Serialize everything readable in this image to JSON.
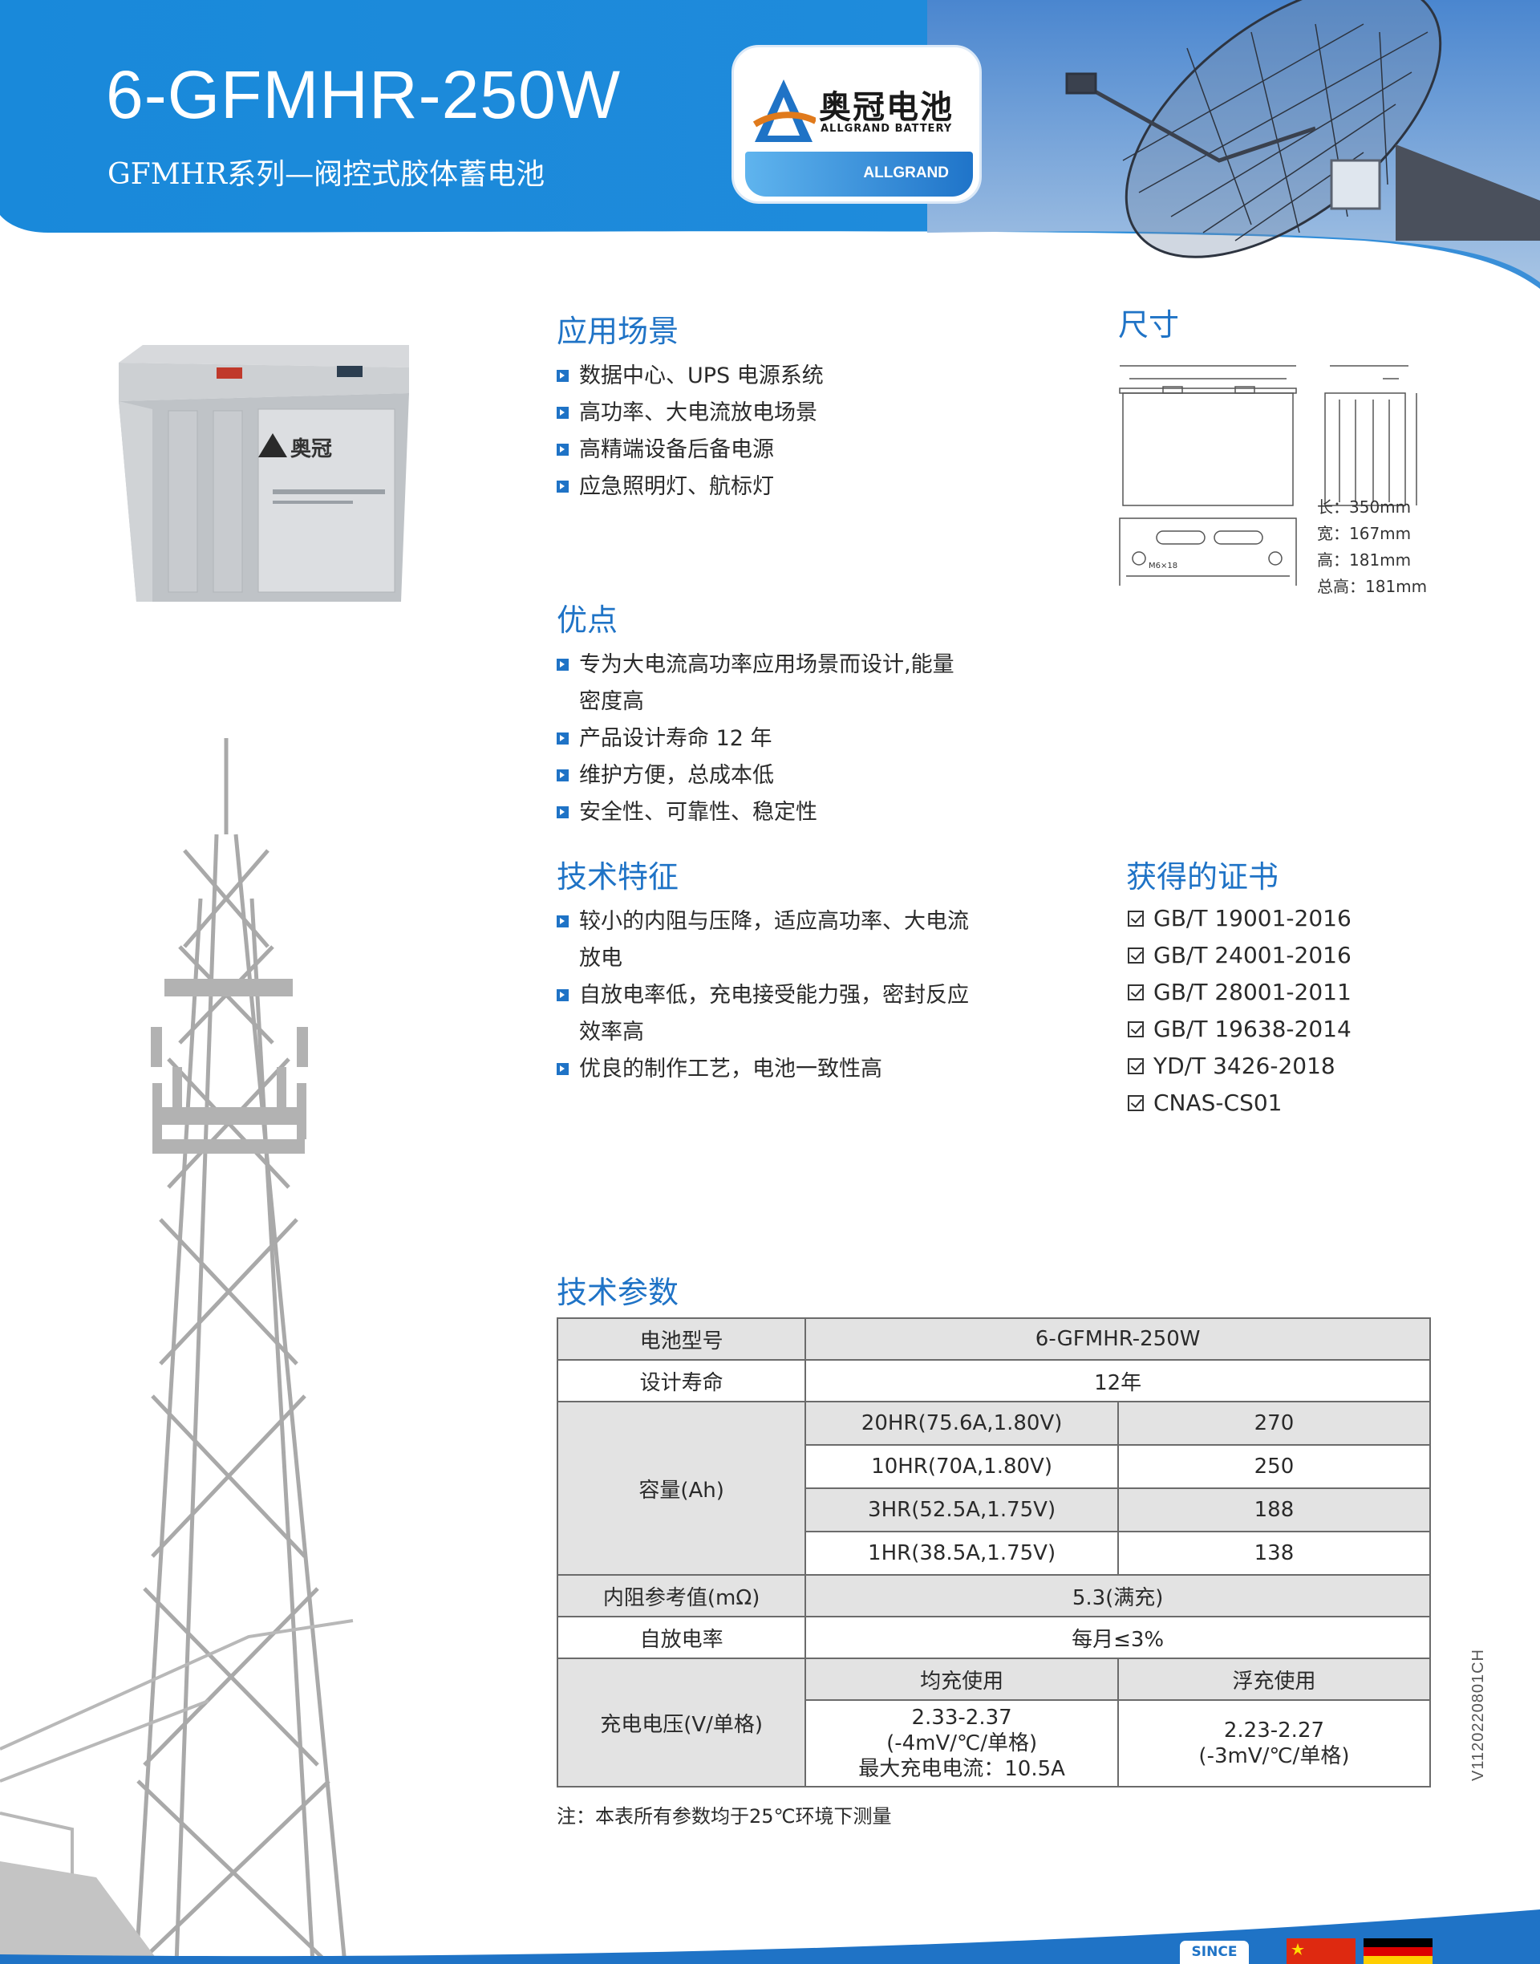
{
  "header": {
    "title": "6-GFMHR-250W",
    "subtitle": "GFMHR系列—阀控式胶体蓄电池"
  },
  "logo": {
    "brand_cn": "奥冠电池",
    "brand_en": "ALLGRAND BATTERY",
    "band_text": "ALLGRAND",
    "battery_label_cn": "奥冠"
  },
  "applications": {
    "title": "应用场景",
    "items": [
      "数据中心、UPS 电源系统",
      "高功率、大电流放电场景",
      "高精端设备后备电源",
      "应急照明灯、航标灯"
    ]
  },
  "dimensions": {
    "title": "尺寸",
    "specs": [
      "长：350mm",
      "宽：167mm",
      "高：181mm",
      "总高：181mm"
    ],
    "terminal_label": "M6×18"
  },
  "advantages": {
    "title": "优点",
    "items": [
      "专为大电流高功率应用场景而设计,能量密度高",
      "产品设计寿命 12 年",
      "维护方便，总成本低",
      "安全性、可靠性、稳定性"
    ]
  },
  "features": {
    "title": "技术特征",
    "items": [
      "较小的内阻与压降，适应高功率、大电流放电",
      "自放电率低，充电接受能力强，密封反应效率高",
      "优良的制作工艺，电池一致性高"
    ]
  },
  "certificates": {
    "title": "获得的证书",
    "items": [
      "GB/T 19001-2016",
      "GB/T 24001-2016",
      "GB/T 28001-2011",
      "GB/T 19638-2014",
      "YD/T 3426-2018",
      "CNAS-CS01"
    ]
  },
  "params": {
    "title": "技术参数",
    "model_label": "电池型号",
    "model_value": "6-GFMHR-250W",
    "life_label": "设计寿命",
    "life_value": "12年",
    "capacity_label": "容量(Ah)",
    "capacity_rows": [
      {
        "condition": "20HR(75.6A,1.80V)",
        "value": "270"
      },
      {
        "condition": "10HR(70A,1.80V)",
        "value": "250"
      },
      {
        "condition": "3HR(52.5A,1.75V)",
        "value": "188"
      },
      {
        "condition": "1HR(38.5A,1.75V)",
        "value": "138"
      }
    ],
    "resistance_label": "内阻参考值(mΩ)",
    "resistance_value": "5.3(满充)",
    "self_discharge_label": "自放电率",
    "self_discharge_value": "每月≤3%",
    "charge_label": "充电电压(V/单格)",
    "equalize_label": "均充使用",
    "float_label": "浮充使用",
    "equalize_lines": [
      "2.33-2.37",
      "(-4mV/℃/单格)",
      "最大充电电流：10.5A"
    ],
    "float_lines": [
      "2.23-2.27",
      "(-3mV/℃/单格)"
    ]
  },
  "note": "注：本表所有参数均于25℃环境下测量",
  "version": "V1120220801CH",
  "footer": {
    "since_label": "SINCE"
  },
  "colors": {
    "brand_blue": "#1f73c6",
    "header_blue": "#1883d8",
    "table_gray": "#e3e3e3",
    "tower_gray": "#a9a9a9"
  }
}
